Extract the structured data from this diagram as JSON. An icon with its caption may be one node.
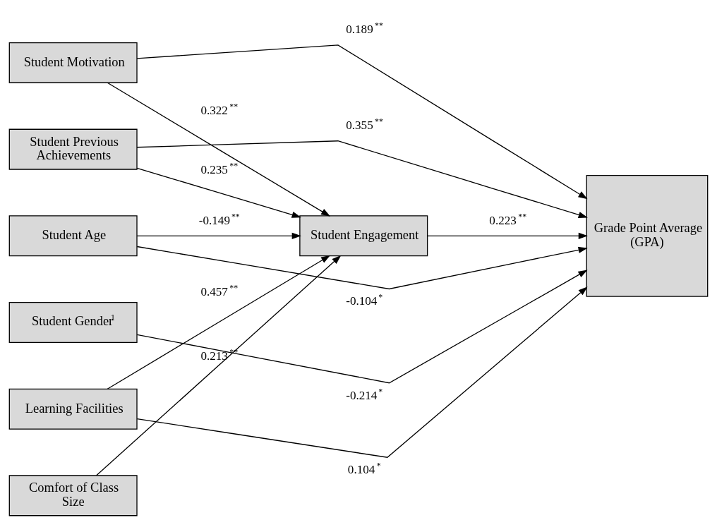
{
  "diagram": {
    "nodes": [
      {
        "text": [
          "Student Motivation"
        ]
      },
      {
        "text": [
          "Student Previous Achievements"
        ]
      },
      {
        "text": [
          "Student Age"
        ]
      },
      {
        "text": [
          "Student Gender$^{1}$"
        ]
      },
      {
        "text": [
          "Learning Facilities"
        ]
      },
      {
        "text": [
          "Comfort of Class Size"
        ]
      },
      {
        "text": [
          "Student Engagement"
        ]
      },
      {
        "text": [
          "Grade Point Average (GPA)"
        ]
      }
    ],
    "edges": [
      {
        "from": 0,
        "to": 7,
        "arrow": "to",
        "label": "0.189$^{**}$"
      },
      {
        "from": 0,
        "to": 6,
        "arrow": "to",
        "label": "0.322$^{**}$"
      },
      {
        "from": 1,
        "to": 7,
        "arrow": "to",
        "label": "0.355$^{**}$"
      },
      {
        "from": 1,
        "to": 6,
        "arrow": "to",
        "label": "0.235$^{**}$"
      },
      {
        "from": 2,
        "to": 7,
        "arrow": "to",
        "label": "-0.104$^{*}$"
      },
      {
        "from": 2,
        "to": 6,
        "arrow": "to",
        "label": "-0.149$^{**}$"
      },
      {
        "from": 3,
        "to": 7,
        "arrow": "to",
        "label": "-0.214$^{*}$"
      },
      {
        "from": 4,
        "to": 6,
        "arrow": "to",
        "label": "0.457$^{**}$"
      },
      {
        "from": 4,
        "to": 7,
        "arrow": "to",
        "label": "0.104$^{*}$"
      },
      {
        "from": 5,
        "to": 6,
        "arrow": "to",
        "label": "0.213$^{**}$"
      },
      {
        "from": 6,
        "to": 7,
        "arrow": "to",
        "label": "0.223$^{**}$"
      }
    ]
  }
}
